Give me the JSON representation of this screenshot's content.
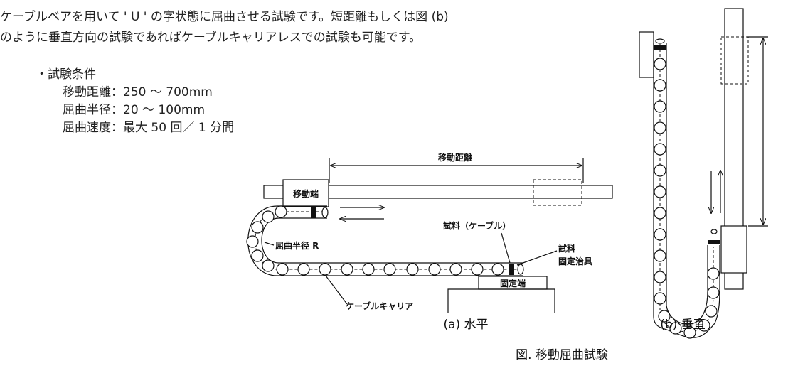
{
  "intro": {
    "line1": "ケーブルベアを用いて ' U ' の字状態に屈曲させる試験です。短距離もしくは図 (b)",
    "line2": "のように垂直方向の試験であればケーブルキャリアレスでの試験も可能です。"
  },
  "conditions": {
    "heading": "・試験条件",
    "items": [
      {
        "label": "移動距離",
        "value": "250 ～ 700mm"
      },
      {
        "label": "屈曲半径",
        "value": "20 ～ 100mm"
      },
      {
        "label": "屈曲速度",
        "value": "最大 50 回／ 1 分間"
      }
    ]
  },
  "diagram_a": {
    "moving_distance": "移動距離",
    "moving_end": "移動端",
    "bend_radius": "屈曲半径  R",
    "sample_cable": "試料（ケーブル）",
    "sample_fixture_1": "試料",
    "sample_fixture_2": "固定治具",
    "fixed_end": "固定端",
    "cable_carrier": "ケーブルキャリア",
    "caption": "(a) 水平"
  },
  "diagram_b": {
    "caption": "(b) 垂直"
  },
  "figure_caption": "図.  移動屈曲試験"
}
